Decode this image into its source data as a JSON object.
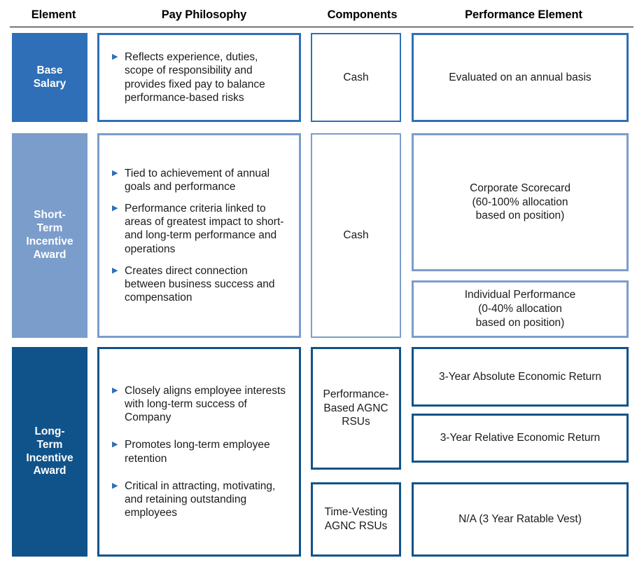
{
  "table": {
    "headers": [
      "Element",
      "Pay Philosophy",
      "Components",
      "Performance Element"
    ],
    "colors": {
      "row1_blue": "#2E6FB7",
      "row2_blue": "#7B9DCB",
      "row3_blue": "#10538A",
      "header_text": "#000000",
      "body_text": "#1b1b1b"
    },
    "rows": [
      {
        "element": "Base\nSalary",
        "philosophy_bullets": [
          "Reflects experience, duties, scope of responsibility and provides fixed pay to balance performance-based risks"
        ],
        "components": [
          "Cash"
        ],
        "performance": [
          "Evaluated on an annual basis"
        ]
      },
      {
        "element": "Short-\nTerm\nIncentive\nAward",
        "philosophy_bullets": [
          "Tied to achievement of annual goals and performance",
          "Performance criteria linked to areas of greatest impact to short- and long-term performance and operations",
          "Creates direct connection between business success and compensation"
        ],
        "components": [
          "Cash"
        ],
        "performance": [
          "Corporate Scorecard\n(60-100% allocation\nbased on position)",
          "Individual Performance\n(0-40% allocation\nbased on position)"
        ]
      },
      {
        "element": "Long-\nTerm\nIncentive\nAward",
        "philosophy_bullets": [
          "Closely aligns employee interests with long-term success of Company",
          "Promotes long-term employee retention",
          "Critical in attracting, motivating, and retaining outstanding employees"
        ],
        "components": [
          "Performance-\nBased AGNC\nRSUs",
          "Time-Vesting\nAGNC RSUs"
        ],
        "performance": [
          "3-Year Absolute Economic Return",
          "3-Year Relative Economic Return",
          "N/A (3 Year Ratable Vest)"
        ]
      }
    ],
    "bullet_glyph": "▶"
  }
}
